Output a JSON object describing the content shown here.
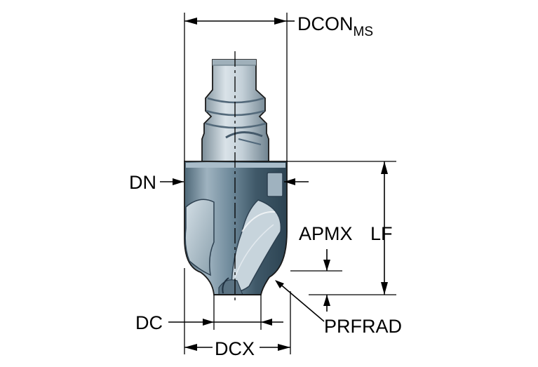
{
  "labels": {
    "dcon": "DCON",
    "dcon_sub": "MS",
    "dn": "DN",
    "apmx": "APMX",
    "lf": "LF",
    "dc": "DC",
    "prfrad": "PRFRAD",
    "dcx": "DCX"
  },
  "colors": {
    "tool_dark": "#3a5566",
    "tool_mid": "#7f97a6",
    "tool_light": "#c9d6de",
    "shank": "#b4c1c9",
    "line": "#000000"
  }
}
